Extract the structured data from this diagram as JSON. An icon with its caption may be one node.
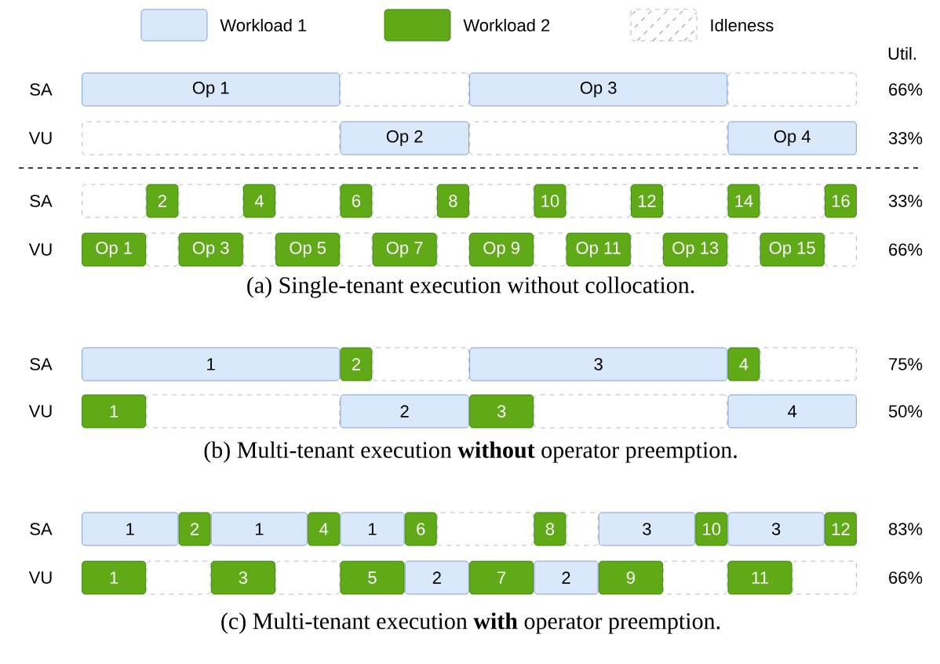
{
  "diagram": {
    "nodes": [
      {
        "text": [
          "Op 1"
        ]
      },
      {
        "text": [],
        "shape": "box"
      },
      {
        "text": [
          "Op 3"
        ]
      },
      {
        "text": [],
        "shape": "box"
      },
      {
        "text": [],
        "shape": "box"
      },
      {
        "text": [
          "Op 2"
        ]
      },
      {
        "text": [],
        "shape": "box"
      },
      {
        "text": [
          "Op 4"
        ]
      },
      {
        "text": [],
        "shape": "box"
      },
      {
        "text": [
          "2"
        ]
      },
      {
        "text": [],
        "shape": "box"
      },
      {
        "text": [
          "4"
        ]
      },
      {
        "text": [],
        "shape": "box"
      },
      {
        "text": [
          "6"
        ]
      },
      {
        "text": [],
        "shape": "box"
      },
      {
        "text": [
          "8"
        ]
      },
      {
        "text": [],
        "shape": "box"
      },
      {
        "text": [
          "10"
        ]
      },
      {
        "text": [],
        "shape": "box"
      },
      {
        "text": [
          "12"
        ]
      },
      {
        "text": [],
        "shape": "box"
      },
      {
        "text": [
          "14"
        ]
      },
      {
        "text": [],
        "shape": "box"
      },
      {
        "text": [
          "16"
        ]
      },
      {
        "text": [
          "Op 1"
        ]
      },
      {
        "text": [],
        "shape": "box"
      },
      {
        "text": [
          "Op 3"
        ]
      },
      {
        "text": [],
        "shape": "box"
      },
      {
        "text": [
          "Op 5"
        ]
      },
      {
        "text": [],
        "shape": "box"
      },
      {
        "text": [
          "Op 7"
        ]
      },
      {
        "text": [],
        "shape": "box"
      },
      {
        "text": [
          "Op 9"
        ]
      },
      {
        "text": [],
        "shape": "box"
      },
      {
        "text": [
          "Op 11"
        ]
      },
      {
        "text": [],
        "shape": "box"
      },
      {
        "text": [
          "Op 13"
        ]
      },
      {
        "text": [],
        "shape": "box"
      },
      {
        "text": [
          "Op 15"
        ]
      },
      {
        "text": [],
        "shape": "box"
      },
      {
        "text": [
          "1"
        ]
      },
      {
        "text": [
          "2"
        ]
      },
      {
        "text": [],
        "shape": "box"
      },
      {
        "text": [
          "3"
        ]
      },
      {
        "text": [
          "4"
        ]
      },
      {
        "text": [],
        "shape": "box"
      },
      {
        "text": [
          "1"
        ]
      },
      {
        "text": [],
        "shape": "box"
      },
      {
        "text": [
          "2"
        ]
      },
      {
        "text": [
          "3"
        ]
      },
      {
        "text": [],
        "shape": "box"
      },
      {
        "text": [
          "4"
        ]
      },
      {
        "text": [
          "1"
        ]
      },
      {
        "text": [
          "2"
        ]
      },
      {
        "text": [
          "1"
        ]
      },
      {
        "text": [
          "4"
        ]
      },
      {
        "text": [
          "1"
        ]
      },
      {
        "text": [
          "6"
        ]
      },
      {
        "text": [],
        "shape": "box"
      },
      {
        "text": [
          "8"
        ]
      },
      {
        "text": [],
        "shape": "box"
      },
      {
        "text": [
          "3"
        ]
      },
      {
        "text": [
          "10"
        ]
      },
      {
        "text": [
          "3"
        ]
      },
      {
        "text": [
          "12"
        ]
      },
      {
        "text": [
          "1"
        ]
      },
      {
        "text": [],
        "shape": "box"
      },
      {
        "text": [
          "3"
        ]
      },
      {
        "text": [],
        "shape": "box"
      },
      {
        "text": [
          "5"
        ]
      },
      {
        "text": [
          "2"
        ]
      },
      {
        "text": [
          "7"
        ]
      },
      {
        "text": [
          "2"
        ]
      },
      {
        "text": [
          "9"
        ]
      },
      {
        "text": [],
        "shape": "box"
      },
      {
        "text": [
          "11"
        ]
      },
      {
        "text": [],
        "shape": "box"
      }
    ],
    "labels": [
      "Util.",
      "SA",
      "66%",
      "VU",
      "33%",
      "SA",
      "33%",
      "VU",
      "66%",
      "(a) Single-tenant execution without collocation.",
      "SA",
      "75%",
      "VU",
      "50%",
      "(b) Multi-tenant execution **without** operator preemption.",
      "SA",
      "83%",
      "VU",
      "66%",
      "(c) Multi-tenant execution **with** operator preemption."
    ],
    "legend": [
      {
        "text": "Workload 1",
        "color": "#dae8fc"
      },
      {
        "text": "Workload 2",
        "color": "#60a917"
      },
      {
        "text": "Idleness"
      }
    ]
  }
}
